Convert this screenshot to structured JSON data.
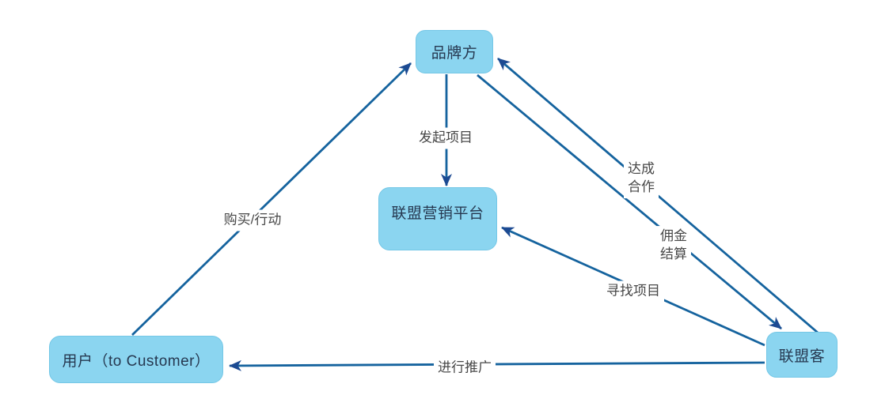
{
  "diagram": {
    "background_color": "#ffffff",
    "colors": {
      "node_fill": "#8BD5F0",
      "node_border": "#74C7E6",
      "node_text": "#263850",
      "edge_line": "#15639E",
      "edge_arrow": "#1C4A92",
      "edge_label_text": "#474747"
    },
    "nodes": [
      {
        "id": "brand",
        "label": "品牌方"
      },
      {
        "id": "platform",
        "label": "联盟营销平台"
      },
      {
        "id": "user",
        "label": "用户（to Customer）"
      },
      {
        "id": "affiliate",
        "label": "联盟客"
      }
    ],
    "edges": [
      {
        "id": "purchase",
        "from": "用户（to Customer）",
        "to": "品牌方",
        "label": "购买/行动"
      },
      {
        "id": "initiate",
        "from": "品牌方",
        "to": "联盟营销平台",
        "label": "发起项目"
      },
      {
        "id": "cooperate",
        "from": "联盟客",
        "to": "品牌方",
        "label": "达成\n合作"
      },
      {
        "id": "commission",
        "from": "品牌方",
        "to": "联盟客",
        "label": "佣金\n结算"
      },
      {
        "id": "find",
        "from": "联盟客",
        "to": "联盟营销平台",
        "label": "寻找项目"
      },
      {
        "id": "promote",
        "from": "联盟客",
        "to": "用户（to Customer）",
        "label": "进行推广"
      }
    ]
  }
}
